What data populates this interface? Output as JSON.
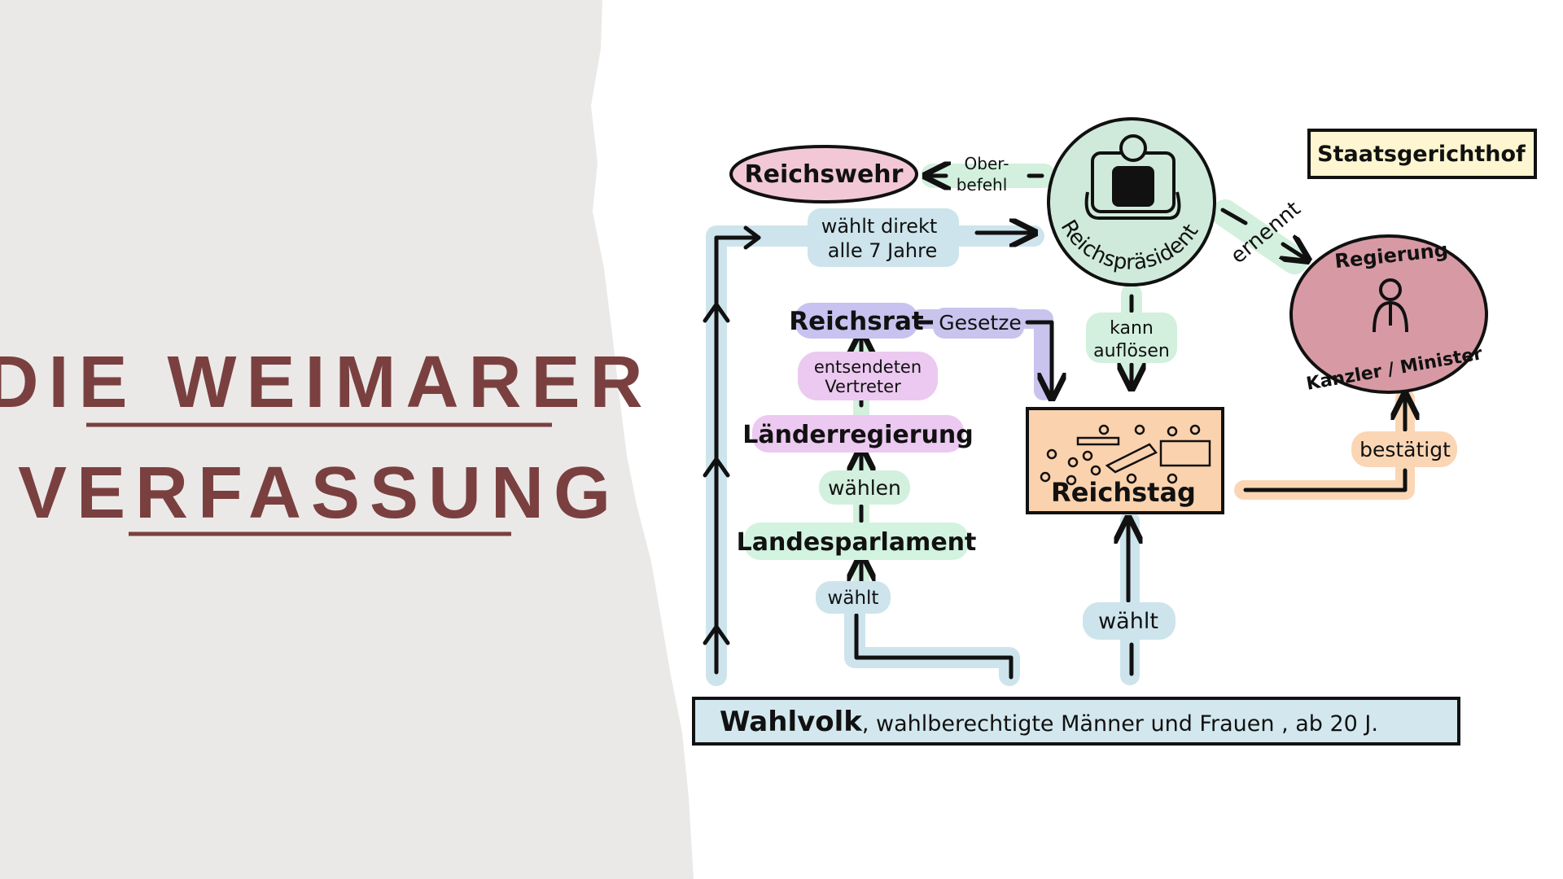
{
  "title": {
    "line1": "DIE WEIMARER",
    "line2": "VERFASSUNG"
  },
  "nodes": {
    "reichswehr": "Reichswehr",
    "reichspraesident": "Reichspräsident",
    "staatsgerichtshof": "Staatsgerichthof",
    "regierung": "Regierung",
    "kanzler_minister": "Kanzler / Minister",
    "reichsrat": "Reichsrat",
    "laenderregierung": "Länderregierung",
    "landesparlament": "Landesparlament",
    "reichstag": "Reichstag",
    "wahlvolk": "Wahlvolk",
    "wahlvolk_detail": ", wahlberechtigte Männer und Frauen , ab 20 J."
  },
  "edges": {
    "oberbefehl_line1": "Ober-",
    "oberbefehl_line2": "befehl",
    "waehlt_direkt_line1": "wählt direkt",
    "waehlt_direkt_line2": "alle 7 Jahre",
    "ernennt": "ernennt",
    "gesetze": "Gesetze",
    "kann_aufloesen_line1": "kann",
    "kann_aufloesen_line2": "auflösen",
    "entsendeten_line1": "entsendeten",
    "entsendeten_line2": "Vertreter",
    "waehlen": "wählen",
    "waehlt_landes": "wählt",
    "waehlt_reichstag": "wählt",
    "bestaetigt": "bestätigt"
  },
  "colors": {
    "left_panel": "#ebe9e7",
    "title": "#7a4040",
    "reichswehr_fill": "#f2c8d6",
    "praesident_fill": "#cfeadb",
    "regierung_fill": "#d79aa4",
    "staatsgerichtshof_fill": "#fdf6d0",
    "reichsrat_fill": "#c7c2ef",
    "laender_fill": "#ecc9f0",
    "landes_fill": "#d2f3df",
    "reichstag_fill": "#fbd2ae",
    "wahlvolk_fill": "#d3e8ee",
    "blue_highlight": "#cde4ec",
    "green_highlight": "#d2f0dd",
    "orange_highlight": "#fbd6b5",
    "purple_highlight": "#c9c4ee"
  }
}
